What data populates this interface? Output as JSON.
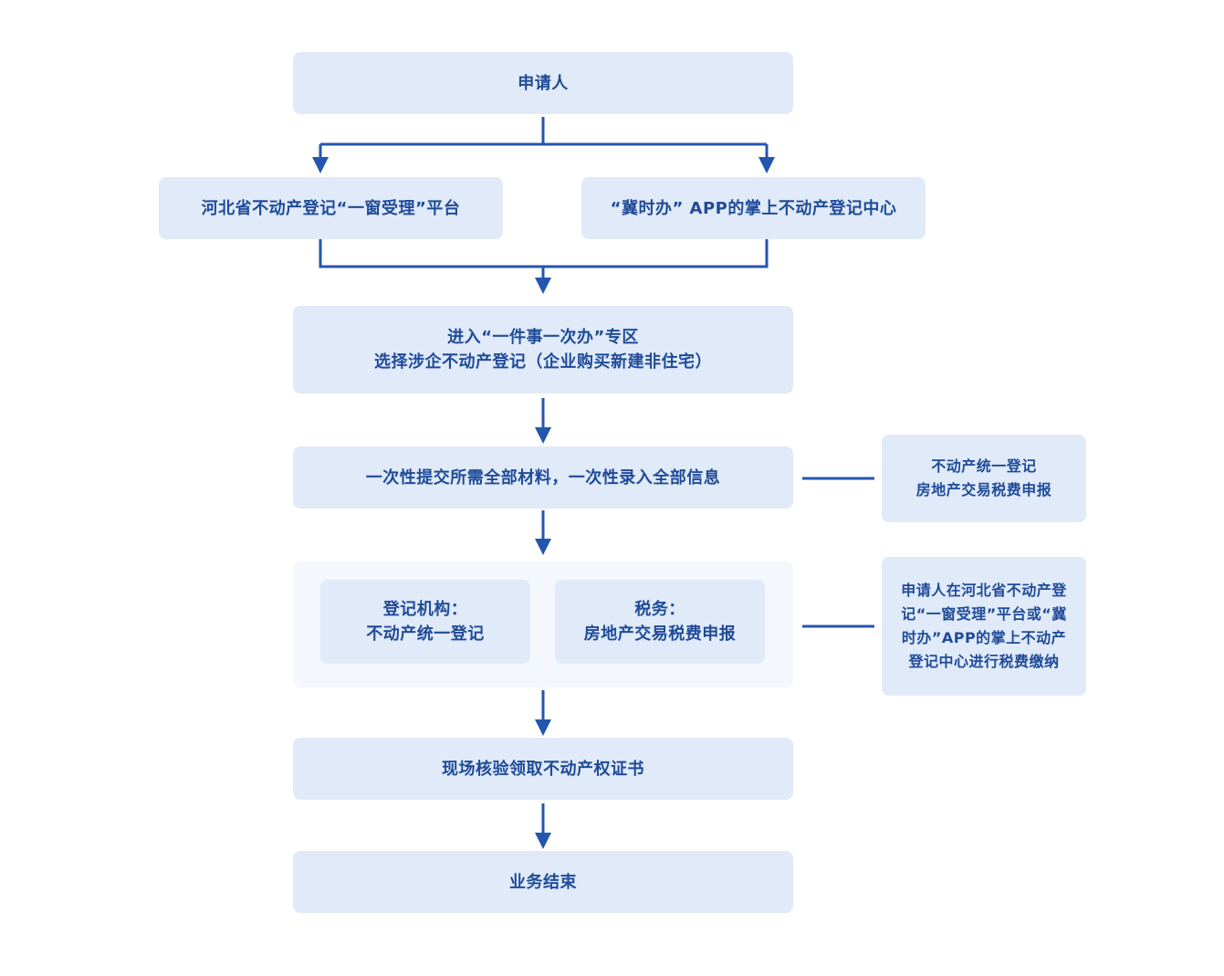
{
  "colors": {
    "box_fill": "#e0eaf8",
    "group_fill": "#f4f7fd",
    "text": "#1f4b99",
    "connector": "#2456ae"
  },
  "nodes": {
    "applicant": "申请人",
    "platform_web": "河北省不动产登记“一窗受理”平台",
    "platform_app": "“冀时办” APP的掌上不动产登记中心",
    "zone_line1": "进入“一件事一次办”专区",
    "zone_line2": "选择涉企不动产登记（企业购买新建非住宅）",
    "submit": "一次性提交所需全部材料，一次性录入全部信息",
    "registry_line1": "登记机构：",
    "registry_line2": "不动产统一登记",
    "tax_line1": "税务：",
    "tax_line2": "房地产交易税费申报",
    "verify": "现场核验领取不动产权证书",
    "end": "业务结束"
  },
  "notes": {
    "submit_note_line1": "不动产统一登记",
    "submit_note_line2": "房地产交易税费申报",
    "tax_note_line1": "申请人在河北省不动产登",
    "tax_note_line2": "记“一窗受理”平台或“冀",
    "tax_note_line3": "时办”APP的掌上不动产",
    "tax_note_line4": "登记中心进行税费缴纳"
  }
}
